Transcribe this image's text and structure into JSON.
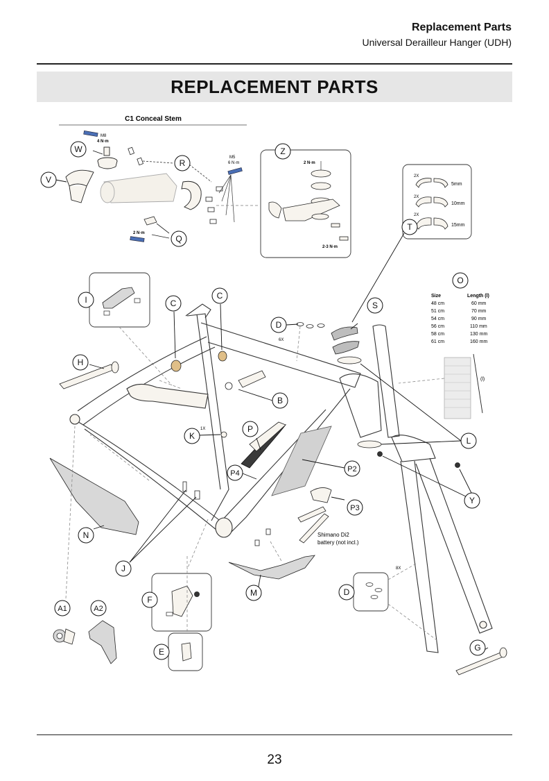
{
  "header": {
    "section": "Replacement Parts",
    "subsection": "Universal Derailleur Hanger (UDH)"
  },
  "banner": "REPLACEMENT PARTS",
  "stem_section": {
    "title": "C1 Conceal Stem",
    "torque_m8_size": "M8",
    "torque_m8_value": "4 N·m",
    "torque_m5_size": "M5",
    "torque_m5_value": "6 N·m",
    "torque_q": "2 N·m"
  },
  "mount_section": {
    "torque_top": "2 N·m",
    "torque_bottom": "2-3 N·m"
  },
  "spacers": {
    "rows": [
      {
        "qty": "2X",
        "size": "5mm"
      },
      {
        "qty": "2X",
        "size": "10mm"
      },
      {
        "qty": "2X",
        "size": "15mm"
      }
    ]
  },
  "length_table": {
    "col_size": "Size",
    "col_length": "Length (l)",
    "rows": [
      {
        "size": "48 cm",
        "length": "60 mm"
      },
      {
        "size": "51 cm",
        "length": "70 mm"
      },
      {
        "size": "54 cm",
        "length": "90 mm"
      },
      {
        "size": "56 cm",
        "length": "110 mm"
      },
      {
        "size": "58 cm",
        "length": "130 mm"
      },
      {
        "size": "61 cm",
        "length": "160 mm"
      }
    ],
    "dim_label": "(l)"
  },
  "quantities": {
    "d_top": "6X",
    "k": "1X",
    "d_fork": "8X"
  },
  "battery_note_line1": "Shimano Di2",
  "battery_note_line2": "battery (not incl.)",
  "callouts": {
    "W": "W",
    "V": "V",
    "R": "R",
    "Q": "Q",
    "Z": "Z",
    "T": "T",
    "O": "O",
    "I": "I",
    "C1": "C",
    "C2": "C",
    "D": "D",
    "S": "S",
    "H": "H",
    "B": "B",
    "K": "K",
    "P": "P",
    "P4": "P4",
    "P2": "P2",
    "L": "L",
    "Y": "Y",
    "P3": "P3",
    "N": "N",
    "J": "J",
    "M": "M",
    "D2": "D",
    "F": "F",
    "A1": "A1",
    "A2": "A2",
    "E": "E",
    "G": "G"
  },
  "page_number": "23",
  "colors": {
    "banner_bg": "#e6e6e6",
    "part_fill": "#f7f4ee",
    "bronze": "#e0bf88",
    "shade": "#c8c8c8"
  }
}
